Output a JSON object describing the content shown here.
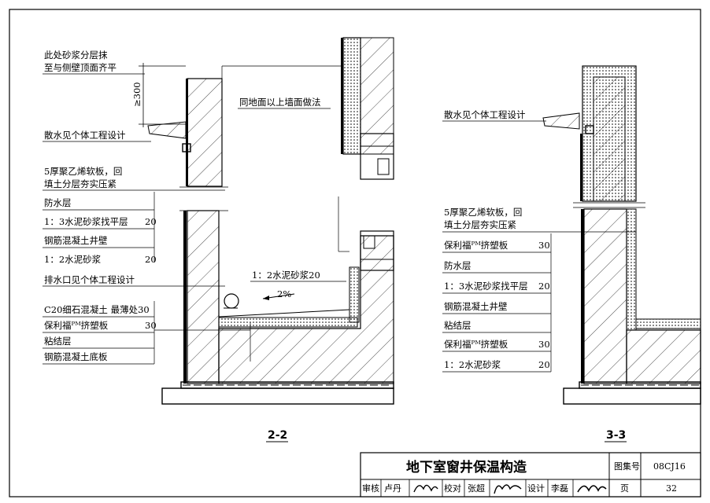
{
  "title_block": {
    "title": "地下室窗井保温构造",
    "atlas_label": "图集号",
    "atlas_no": "08CJ16",
    "page_label": "页",
    "page_no": "32",
    "review_label": "审核",
    "reviewer": "卢丹",
    "check_label": "校对",
    "checker": "张超",
    "design_label": "设计",
    "designer": "李磊"
  },
  "section_22": {
    "label": "2-2",
    "notes": {
      "mortar_top": [
        "此处砂浆分层抹",
        "至与侧壁顶面齐平"
      ],
      "dim_300": "≥300",
      "same_wall": "同地面以上墙面做法",
      "apron": "散水见个体工程设计",
      "eps_board": [
        "5厚聚乙烯软板，回",
        "填土分层夯实压紧"
      ],
      "drain": "排水口见个体工程设计",
      "mortar20": "1：2水泥砂浆20",
      "slope": "2%"
    },
    "wall_layers": [
      {
        "name": "防水层",
        "thk": ""
      },
      {
        "name": "1：3水泥砂浆找平层",
        "thk": "20"
      },
      {
        "name": "钢筋混凝土井壁",
        "thk": ""
      },
      {
        "name": "1：2水泥砂浆",
        "thk": "20"
      }
    ],
    "floor_layers": [
      {
        "name": "C20细石混凝土  最薄处30",
        "thk": ""
      },
      {
        "name": "保利福ᴾᴹ挤塑板",
        "thk": "30"
      },
      {
        "name": "粘结层",
        "thk": ""
      },
      {
        "name": "钢筋混凝土底板",
        "thk": ""
      }
    ]
  },
  "section_33": {
    "label": "3-3",
    "notes": {
      "apron": "散水见个体工程设计",
      "eps_board": [
        "5厚聚乙烯软板，回",
        "填土分层夯实压紧"
      ]
    },
    "layers": [
      {
        "name": "保利福ᴾᴹ挤塑板",
        "thk": "30"
      },
      {
        "name": "防水层",
        "thk": ""
      },
      {
        "name": "1：3水泥砂浆找平层",
        "thk": "20"
      },
      {
        "name": "钢筋混凝土井壁",
        "thk": ""
      },
      {
        "name": "粘结层",
        "thk": ""
      },
      {
        "name": "保利福ᴾᴹ挤塑板",
        "thk": "30"
      },
      {
        "name": "1：2水泥砂浆",
        "thk": "20"
      }
    ]
  }
}
